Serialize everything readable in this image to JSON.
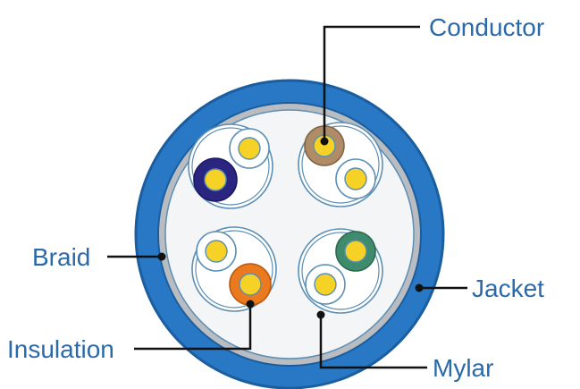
{
  "labels": {
    "conductor": "Conductor",
    "braid": "Braid",
    "jacket": "Jacket",
    "insulation": "Insulation",
    "mylar": "Mylar"
  },
  "colors": {
    "jacket": "#2878c6",
    "jacket_edge": "#1b5e9f",
    "braid": "#b9bcc0",
    "core": "#f4f5f7",
    "conductor": "#f6d226",
    "pair_ring": "#5c8fb4",
    "insulation_navy": "#2a2580",
    "insulation_tan": "#b08c66",
    "insulation_orange": "#eb7a1e",
    "insulation_green": "#3f8b6d",
    "insulation_white": "#ffffff",
    "label_text": "#2b6aa8",
    "leader": "#111111"
  }
}
